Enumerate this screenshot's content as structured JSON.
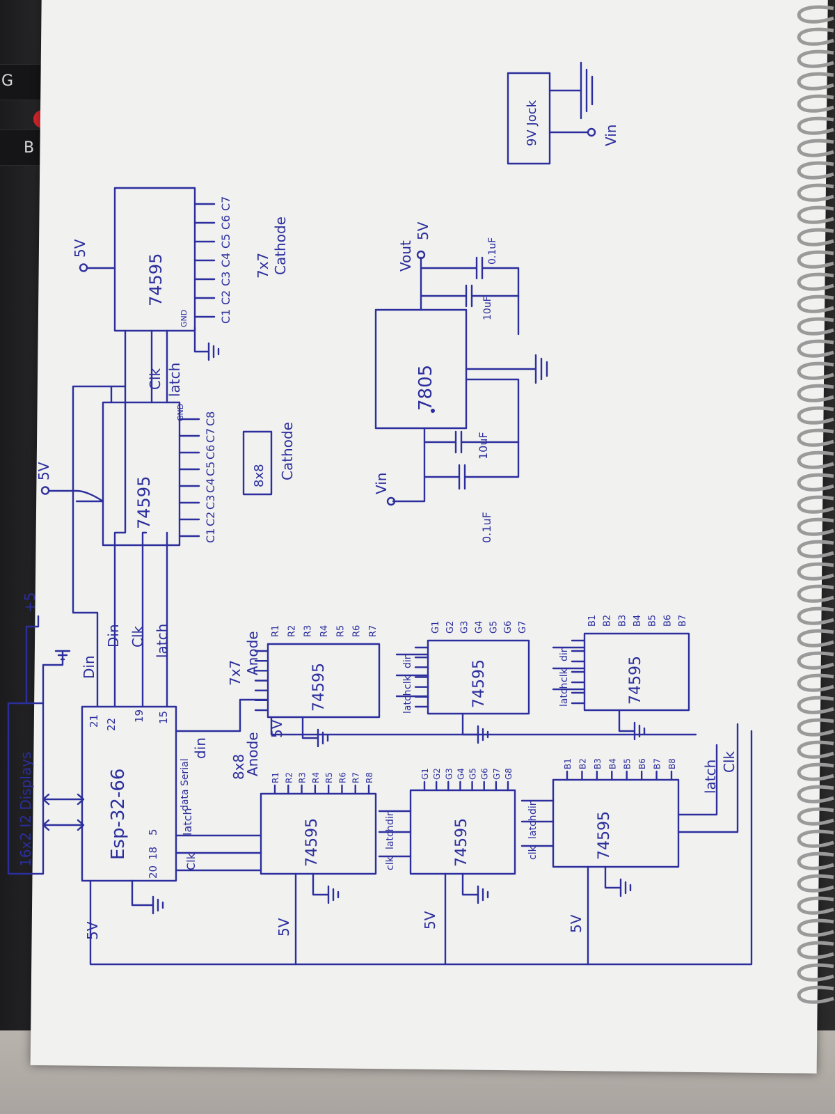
{
  "laptop": {
    "keys": [
      "G",
      "B"
    ]
  },
  "display": {
    "label": "16x2 I2 Displays",
    "supply": "+5"
  },
  "mcu": {
    "label": "Esp-32-66",
    "pins_left": [
      "21",
      "22",
      "19",
      "15"
    ],
    "pins_right": [
      "5",
      "18",
      "20"
    ],
    "gnd_label": "5V"
  },
  "top_bus": {
    "din1": "Din",
    "din2": "Din",
    "clk": "Clk",
    "latch": "latch"
  },
  "cathode_section": {
    "sr1": {
      "label": "74595",
      "supply": "5V",
      "gnd": "GND"
    },
    "sr2": {
      "label": "74595",
      "supply": "5V",
      "gnd": "GND"
    },
    "clk": "Clk",
    "latch": "latch",
    "matrix8": {
      "box": "8x8",
      "label": "Cathode",
      "cols": [
        "C1",
        "C2",
        "C3",
        "C4",
        "C5",
        "C6",
        "C7",
        "C8"
      ]
    },
    "matrix7": {
      "size": "7x7",
      "label": "Cathode",
      "cols": [
        "C1",
        "C2",
        "C3",
        "C4",
        "C5",
        "C6",
        "C7"
      ]
    }
  },
  "anode7": {
    "size": "7x7",
    "label": "Anode",
    "din": "din",
    "chips": [
      {
        "label": "74595",
        "outs": [
          "R1",
          "R2",
          "R3",
          "R4",
          "R5",
          "R6",
          "R7"
        ]
      },
      {
        "label": "74595",
        "outs": [
          "G1",
          "G2",
          "G3",
          "G4",
          "G5",
          "G6",
          "G7"
        ],
        "din": "din",
        "clk": "clk",
        "latch": "latch"
      },
      {
        "label": "74595",
        "outs": [
          "B1",
          "B2",
          "B3",
          "B4",
          "B5",
          "B6",
          "B7"
        ],
        "din": "din",
        "clk": "clk",
        "latch": "latch"
      }
    ],
    "supply": "5V"
  },
  "anode8": {
    "size": "8x8",
    "label": "Anode",
    "data_in": "data Serial",
    "latch": "latch",
    "clk": "Clk",
    "chips": [
      {
        "label": "74595",
        "outs": [
          "R1",
          "R2",
          "R3",
          "R4",
          "R5",
          "R6",
          "R7",
          "R8"
        ]
      },
      {
        "label": "74595",
        "outs": [
          "G1",
          "G2",
          "G3",
          "G4",
          "G5",
          "G6",
          "G7",
          "G8"
        ],
        "din": "din",
        "clk": "clk",
        "latch": "latch"
      },
      {
        "label": "74595",
        "outs": [
          "B1",
          "B2",
          "B3",
          "B4",
          "B5",
          "B6",
          "B7",
          "B8"
        ],
        "din": "din",
        "clk": "clk",
        "latch": "latch"
      }
    ],
    "bus_latch": "latch",
    "bus_clk": "Clk",
    "supply": "5V"
  },
  "regulator": {
    "label": "7805",
    "vin": "Vin",
    "vout": "Vout",
    "vout_v": "5V",
    "caps": [
      "0.1uF",
      "10uF",
      "10uF",
      "0.1uF"
    ]
  },
  "battery": {
    "label": "9V Jock",
    "vin": "Vin"
  },
  "colors": {
    "ink": "#2b2e9c",
    "paper": "#f1f1f0"
  }
}
